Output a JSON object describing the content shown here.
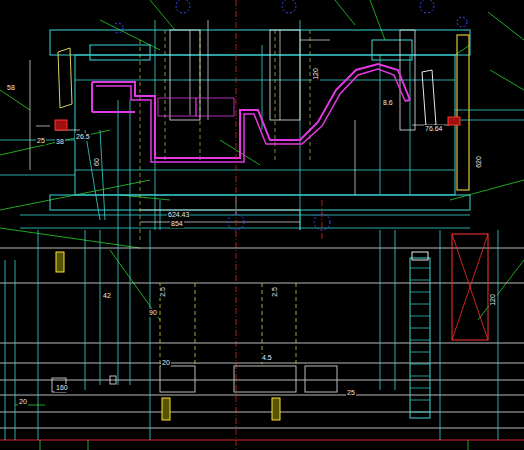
{
  "diagram": {
    "labels": [
      "624.43",
      "854",
      "76.64",
      "620",
      "120",
      "20",
      "160",
      "25",
      "38",
      "26.5",
      "58",
      "42",
      "2.5",
      "2.5",
      "4.5",
      "20",
      "8.6",
      "120",
      "60",
      "90",
      "25"
    ]
  }
}
